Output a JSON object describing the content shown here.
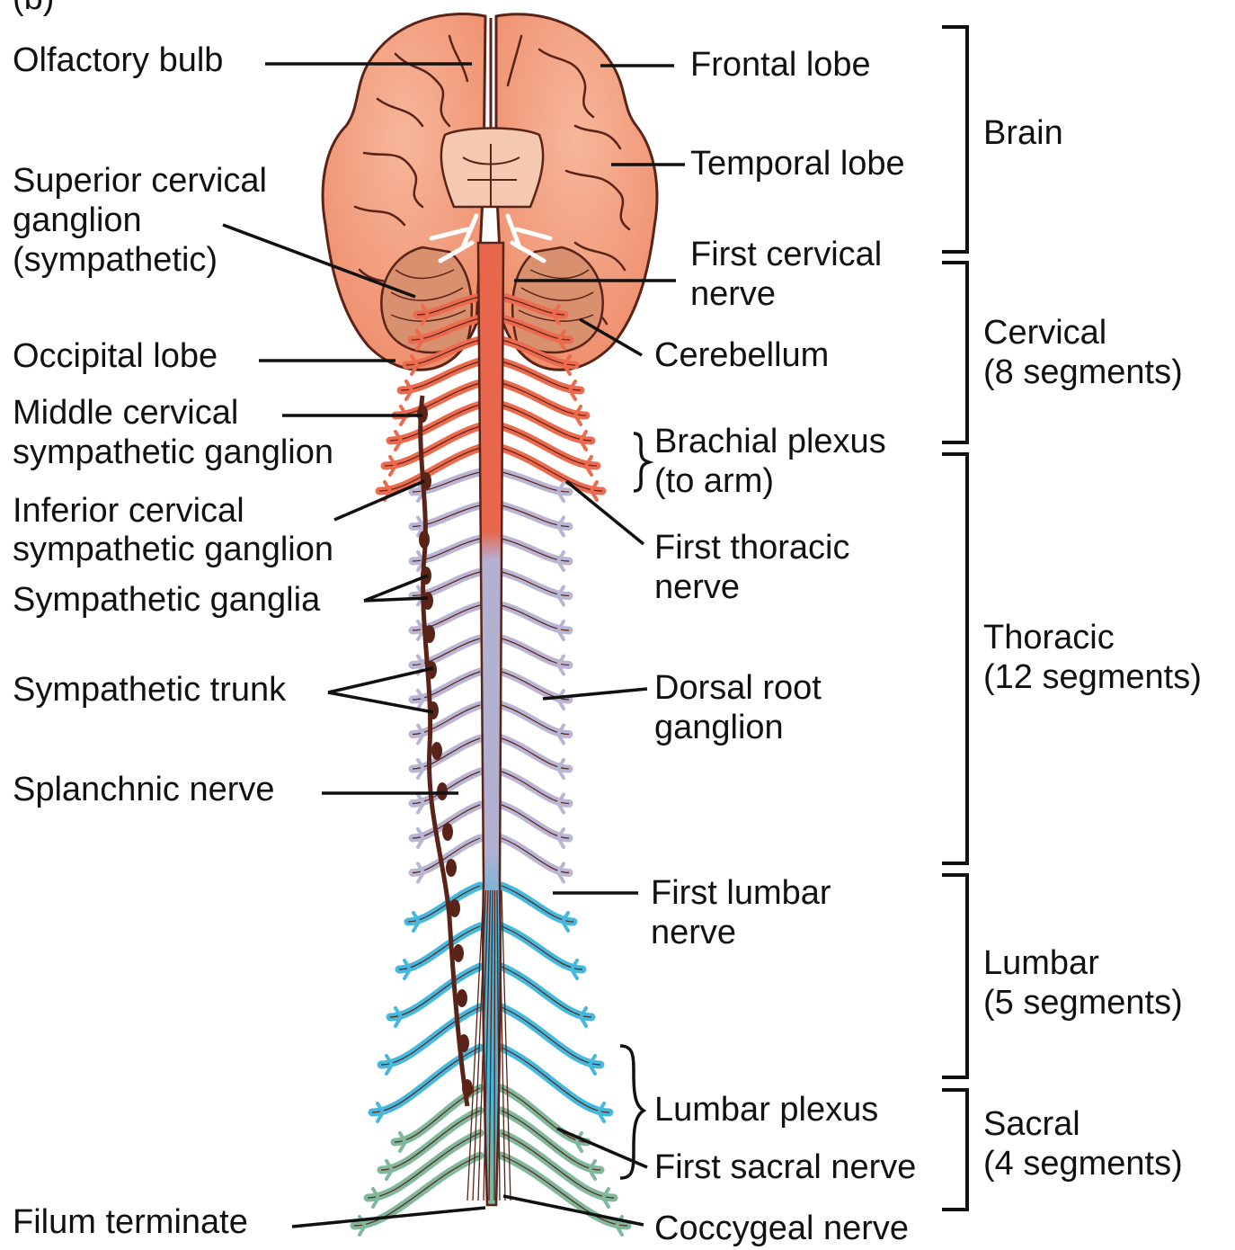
{
  "panel_label": "(b)",
  "labels_left": {
    "olfactory_bulb": "Olfactory bulb",
    "superior_cervical_ganglion": [
      "Superior cervical",
      "ganglion",
      "(sympathetic)"
    ],
    "occipital_lobe": "Occipital lobe",
    "middle_cervical_ganglion": [
      "Middle cervical",
      "sympathetic ganglion"
    ],
    "inferior_cervical_ganglion": [
      "Inferior cervical",
      "sympathetic ganglion"
    ],
    "sympathetic_ganglia": "Sympathetic ganglia",
    "sympathetic_trunk": "Sympathetic trunk",
    "splanchnic_nerve": "Splanchnic nerve",
    "filum_terminate": "Filum terminate"
  },
  "labels_right": {
    "frontal_lobe": "Frontal lobe",
    "temporal_lobe": "Temporal lobe",
    "first_cervical_nerve": [
      "First cervical",
      "nerve"
    ],
    "cerebellum": "Cerebellum",
    "brachial_plexus": [
      "Brachial plexus",
      "(to arm)"
    ],
    "first_thoracic_nerve": [
      "First thoracic",
      "nerve"
    ],
    "dorsal_root_ganglion": [
      "Dorsal root",
      "ganglion"
    ],
    "first_lumbar_nerve": [
      "First lumbar",
      "nerve"
    ],
    "lumbar_plexus": "Lumbar plexus",
    "first_sacral_nerve": "First sacral nerve",
    "coccygeal_nerve": "Coccygeal nerve"
  },
  "regions": {
    "brain": [
      "Brain"
    ],
    "cervical": [
      "Cervical",
      "(8 segments)"
    ],
    "thoracic": [
      "Thoracic",
      "(12 segments)"
    ],
    "lumbar": [
      "Lumbar",
      "(5 segments)"
    ],
    "sacral": [
      "Sacral",
      "(4 segments)"
    ]
  },
  "colors": {
    "brain_fill": "#f2a07f",
    "brain_outline": "#5a2318",
    "cervical_nerve": "#ec6a4e",
    "thoracic_nerve": "#b9b6d4",
    "lumbar_nerve": "#45b8dd",
    "sacral_nerve": "#7fb89c",
    "sympathetic_trunk": "#5a2318",
    "leader_line": "#111111"
  }
}
